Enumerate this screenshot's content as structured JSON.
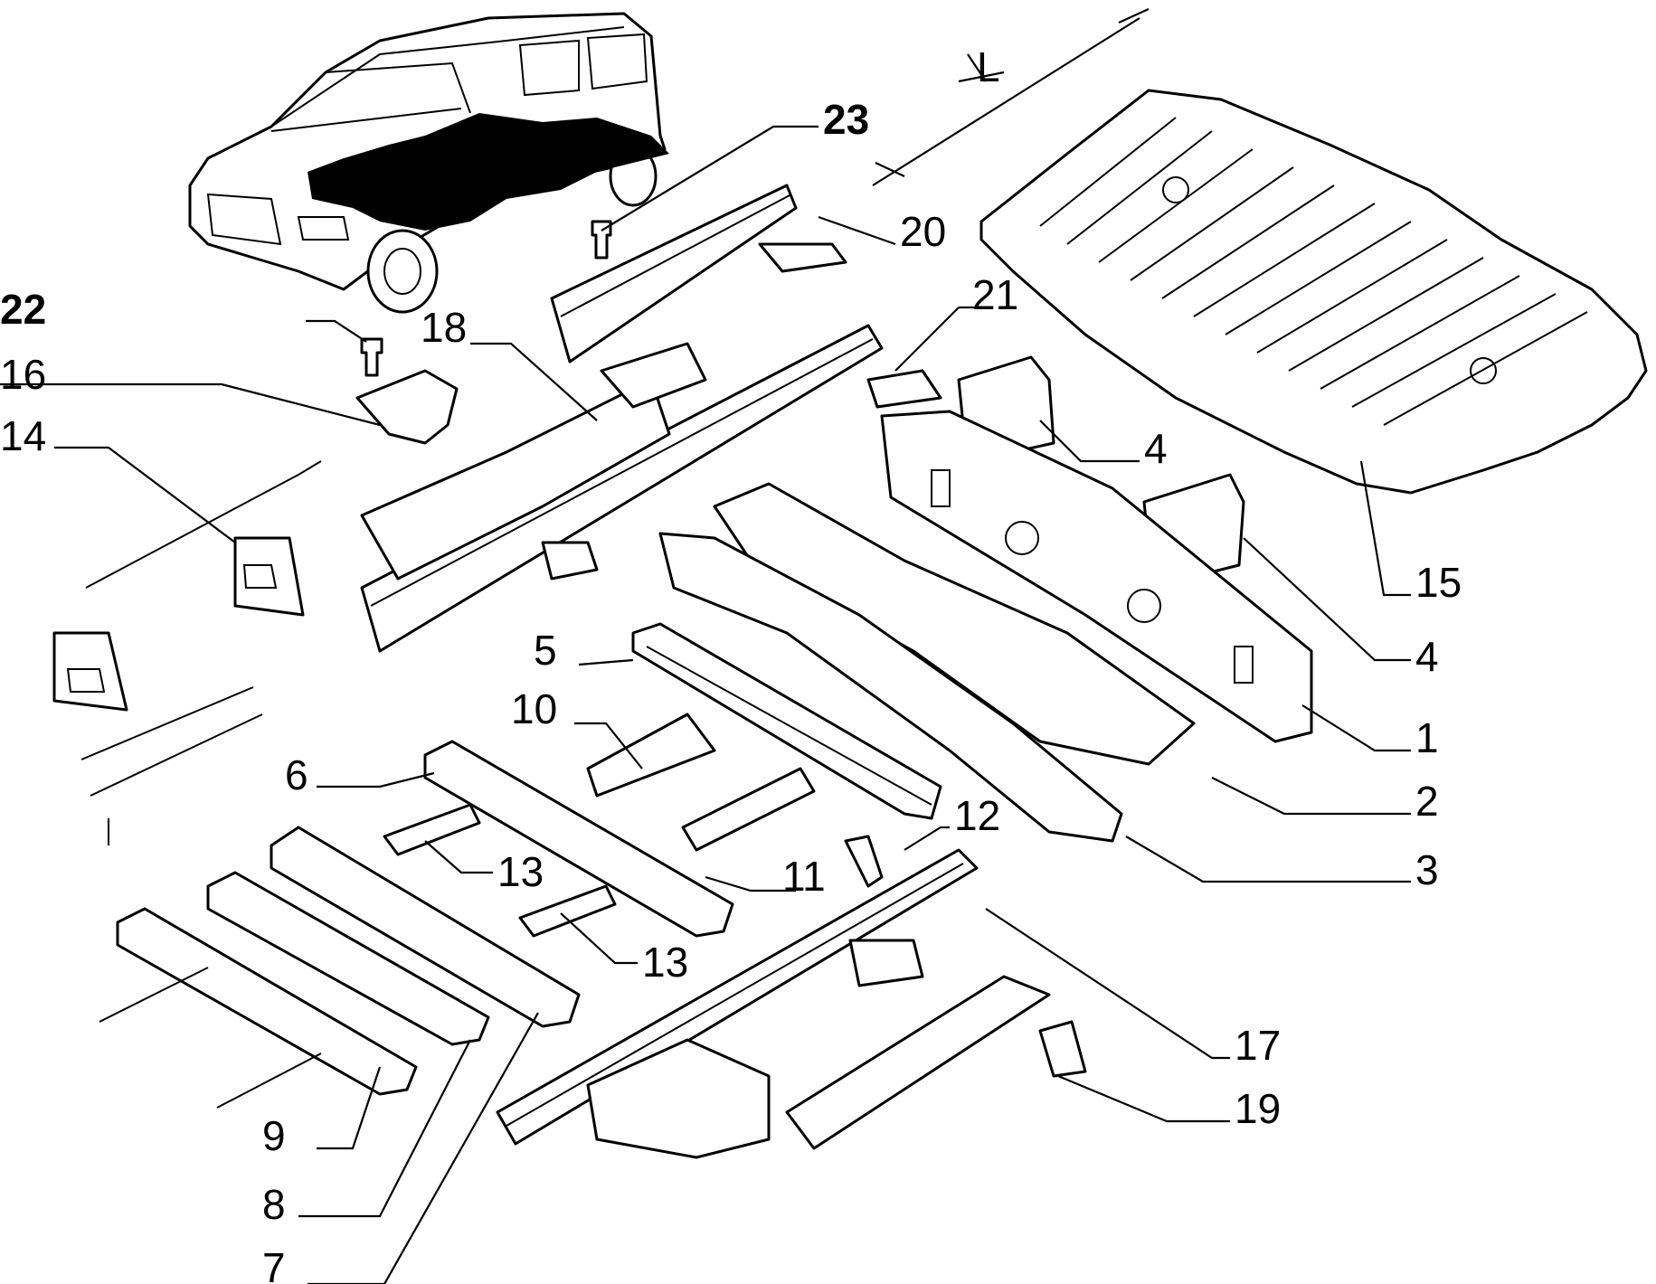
{
  "colors": {
    "line": "#000000",
    "background": "#ffffff",
    "highlight": "#000000"
  },
  "dimension_label": "L",
  "callouts": [
    {
      "id": "c23",
      "text": "23",
      "bold": true
    },
    {
      "id": "c20",
      "text": "20"
    },
    {
      "id": "c22",
      "text": "22",
      "bold": true
    },
    {
      "id": "c18",
      "text": "18"
    },
    {
      "id": "c16",
      "text": "16"
    },
    {
      "id": "c14",
      "text": "14"
    },
    {
      "id": "c21",
      "text": "21"
    },
    {
      "id": "c4a",
      "text": "4"
    },
    {
      "id": "c15",
      "text": "15"
    },
    {
      "id": "c4b",
      "text": "4"
    },
    {
      "id": "c1",
      "text": "1"
    },
    {
      "id": "c5",
      "text": "5"
    },
    {
      "id": "c10",
      "text": "10"
    },
    {
      "id": "c2",
      "text": "2"
    },
    {
      "id": "c6",
      "text": "6"
    },
    {
      "id": "c12",
      "text": "12"
    },
    {
      "id": "c3",
      "text": "3"
    },
    {
      "id": "c13a",
      "text": "13"
    },
    {
      "id": "c11",
      "text": "11"
    },
    {
      "id": "c13b",
      "text": "13"
    },
    {
      "id": "c17",
      "text": "17"
    },
    {
      "id": "c19",
      "text": "19"
    },
    {
      "id": "c9",
      "text": "9"
    },
    {
      "id": "c8",
      "text": "8"
    },
    {
      "id": "c7",
      "text": "7"
    }
  ]
}
